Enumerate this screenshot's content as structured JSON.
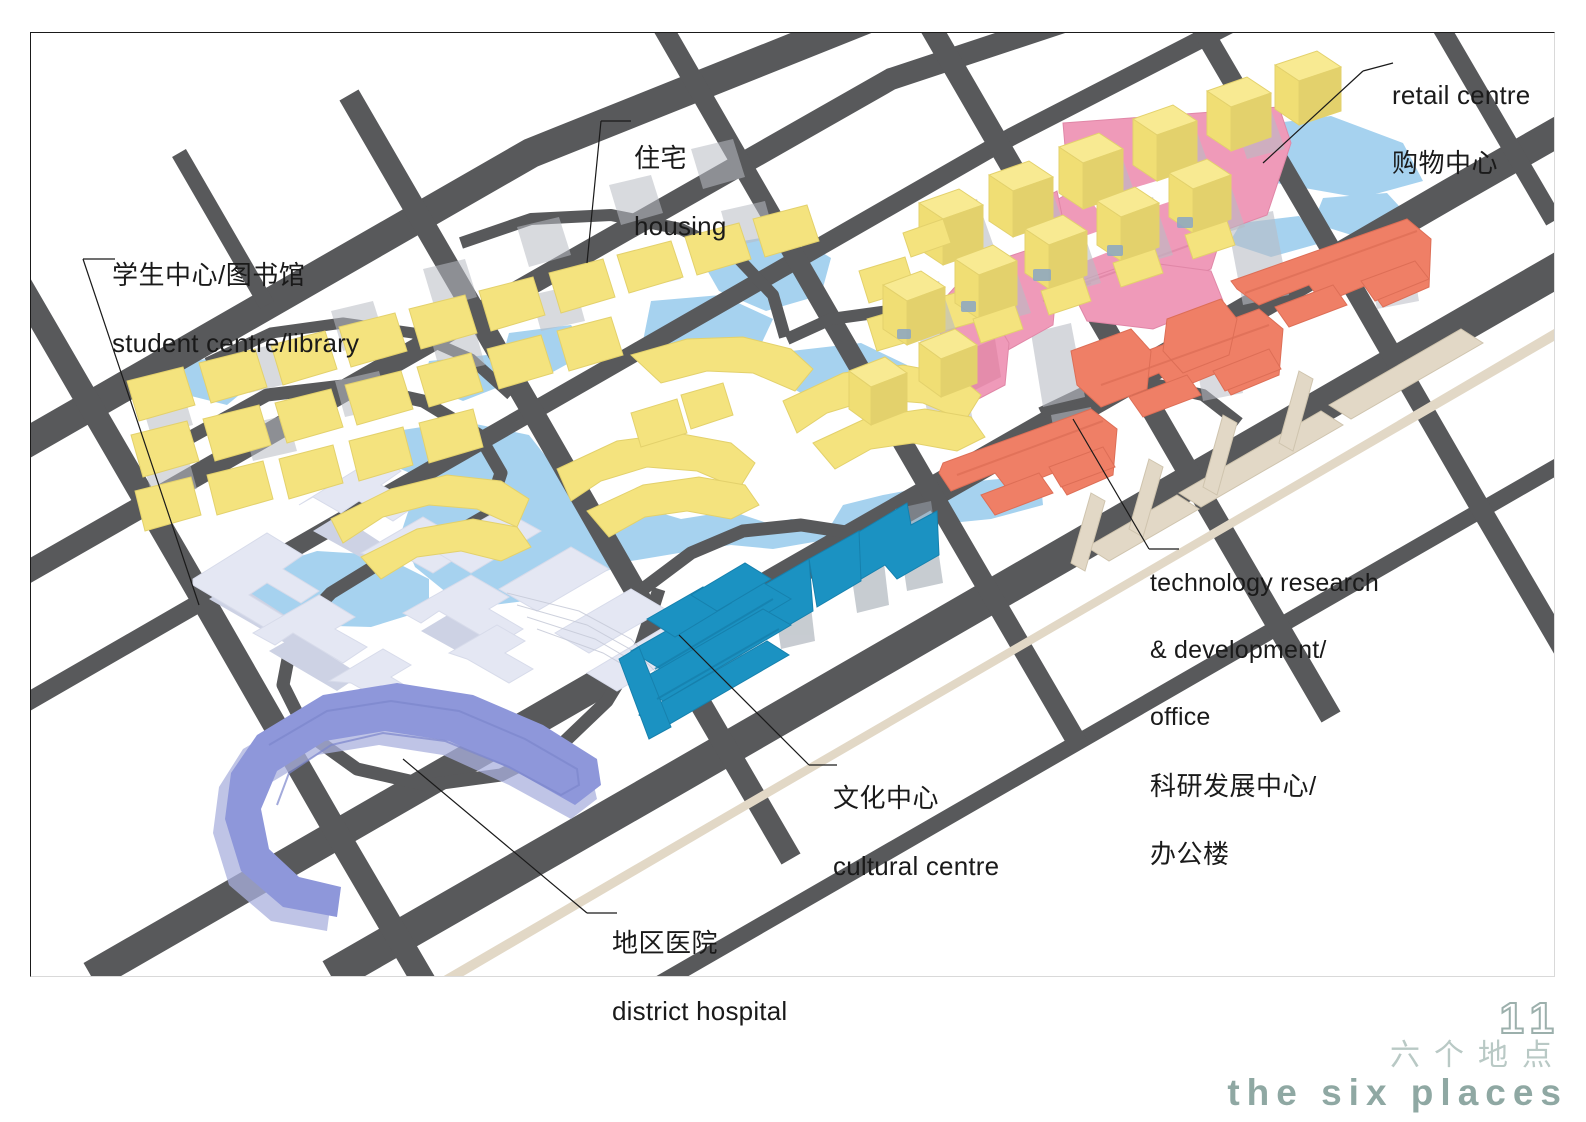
{
  "figure": {
    "kind": "architectural-masterplan-axonometric",
    "frame_border_color": "#1a1a1a"
  },
  "annotations": [
    {
      "id": "student-centre",
      "cn": "学生中心/图书馆",
      "en": "student centre/library",
      "order": "cn-first"
    },
    {
      "id": "housing",
      "cn": "住宅",
      "en": "housing",
      "order": "cn-first"
    },
    {
      "id": "retail-centre",
      "en": "retail centre",
      "cn": "购物中心",
      "order": "en-first"
    },
    {
      "id": "technology",
      "en_line1": "technology research",
      "en_line2": "& development/",
      "en_line3": "office",
      "cn_line1": "科研发展中心/",
      "cn_line2": "办公楼",
      "order": "en-first"
    },
    {
      "id": "cultural-centre",
      "cn": "文化中心",
      "en": "cultural centre",
      "order": "cn-first"
    },
    {
      "id": "district-hospital",
      "cn": "地区医院",
      "en": "district hospital",
      "order": "cn-first"
    }
  ],
  "footer": {
    "page_number": "11",
    "title_cn": "六个地点",
    "title_en": "the six places",
    "accent_color": "#8fa8a3",
    "cn_color": "#b9c9c5",
    "number_stroke": "#9cb0ac"
  },
  "legend_colors": {
    "housing": "#f4e37e",
    "housing_shade": "#e3d16c",
    "retail": "#ef9ab9",
    "retail_shade": "#e087a7",
    "office_rnd": "#ef7f66",
    "office_shade": "#dd6e56",
    "cultural": "#1b92c2",
    "cultural_shade": "#1680ad",
    "hospital": "#8e97da",
    "hospital_shade": "#7c86cc",
    "student_centre": "#e4e7f3",
    "student_shade": "#cdd2e4",
    "road": "#58595b",
    "water": "#a6d2ef",
    "rail_viaduct": "#e2d8c6",
    "building_shadow": "#b9bcc4"
  }
}
